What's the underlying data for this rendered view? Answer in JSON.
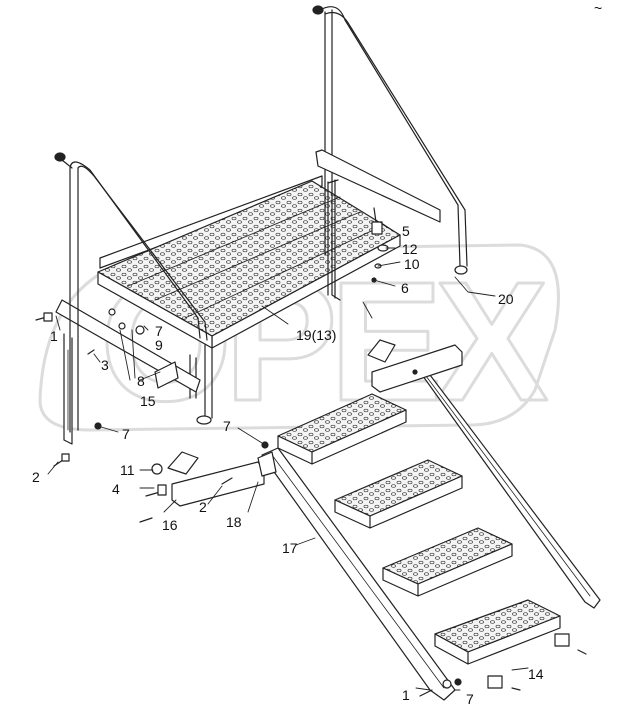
{
  "watermark": {
    "text": "OPEX",
    "color": "#d9d9d9"
  },
  "corner_mark": "~",
  "parts": {
    "c1a": "1",
    "c1b": "1",
    "c2a": "2",
    "c2b": "2",
    "c3": "3",
    "c4": "4",
    "c5": "5",
    "c6": "6",
    "c7a": "7",
    "c7b": "7",
    "c7c": "7",
    "c7d": "7",
    "c8": "8",
    "c9": "9",
    "c10": "10",
    "c11": "11",
    "c12": "12",
    "c14": "14",
    "c15": "15",
    "c16": "16",
    "c17": "17",
    "c18": "18",
    "c19": "19(13)",
    "c20": "20"
  },
  "colors": {
    "line": "#222222",
    "plate": "#f4f4f4",
    "hole": "#ffffff"
  }
}
